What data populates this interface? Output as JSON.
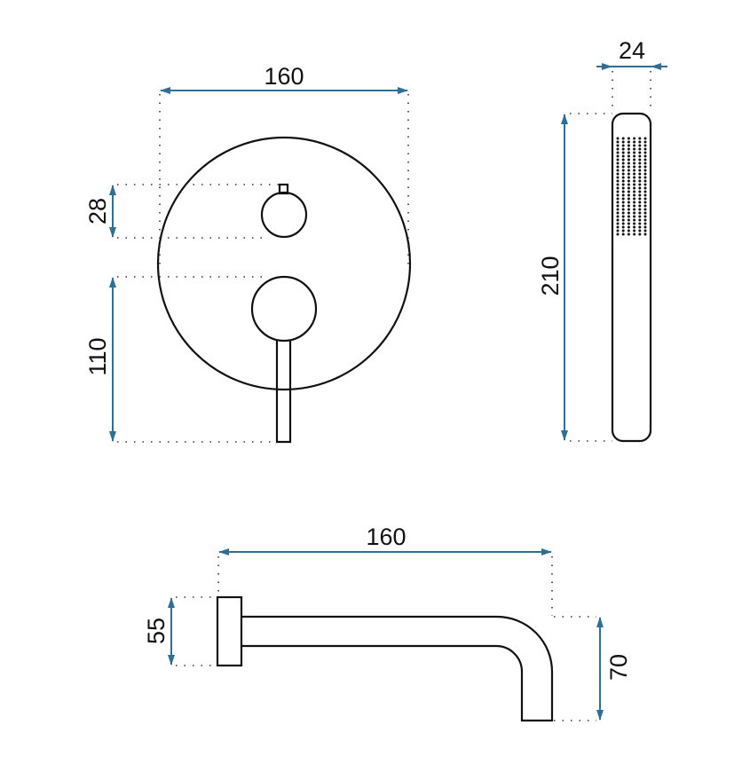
{
  "title": "Concealed bath mixer with hand shower and spout – dimensions",
  "colors": {
    "dimension": "#2f6f95",
    "outline": "#111111"
  },
  "dimensions": {
    "plate_width": "160",
    "knob_height": "28",
    "lever_height": "110",
    "handshower_width": "24",
    "handshower_length": "210",
    "spout_length": "160",
    "flange_height": "55",
    "spout_drop": "70"
  }
}
